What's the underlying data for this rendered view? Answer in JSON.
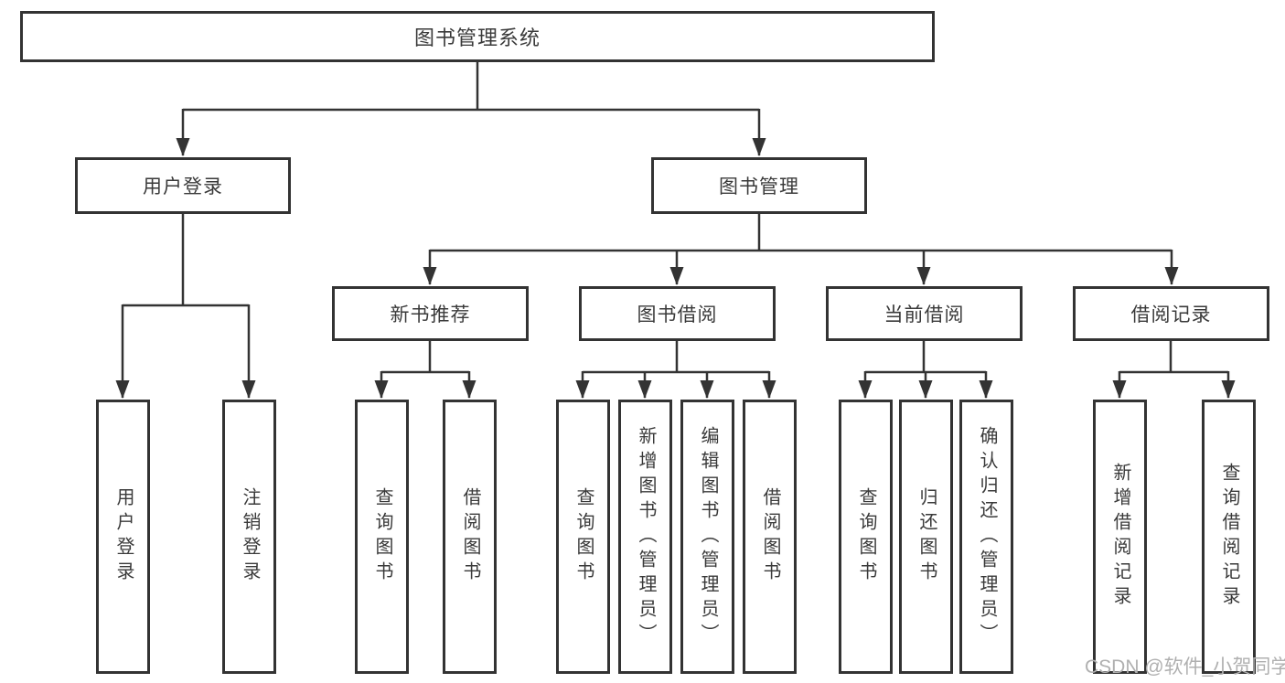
{
  "diagram_title": "图书管理系统",
  "tree": {
    "root": {
      "label": "图书管理系统"
    },
    "branches": [
      {
        "label": "用户登录",
        "children": [
          {
            "label": "用户登录"
          },
          {
            "label": "注销登录"
          }
        ]
      },
      {
        "label": "图书管理",
        "children": [
          {
            "label": "新书推荐",
            "children": [
              {
                "label": "查询图书"
              },
              {
                "label": "借阅图书"
              }
            ]
          },
          {
            "label": "图书借阅",
            "children": [
              {
                "label": "查询图书"
              },
              {
                "label": "新增图书（管理员）"
              },
              {
                "label": "编辑图书（管理员）"
              },
              {
                "label": "借阅图书"
              }
            ]
          },
          {
            "label": "当前借阅",
            "children": [
              {
                "label": "查询图书"
              },
              {
                "label": "归还图书"
              },
              {
                "label": "确认归还（管理员）"
              }
            ]
          },
          {
            "label": "借阅记录",
            "children": [
              {
                "label": "新增借阅记录"
              },
              {
                "label": "查询借阅记录"
              }
            ]
          }
        ]
      }
    ]
  },
  "watermark": "CSDN @软件_小贺同学",
  "colors": {
    "line": "#333333",
    "box_fill": "#ffffff",
    "text": "#3a3a3a",
    "watermark": "#b0b0b0"
  }
}
